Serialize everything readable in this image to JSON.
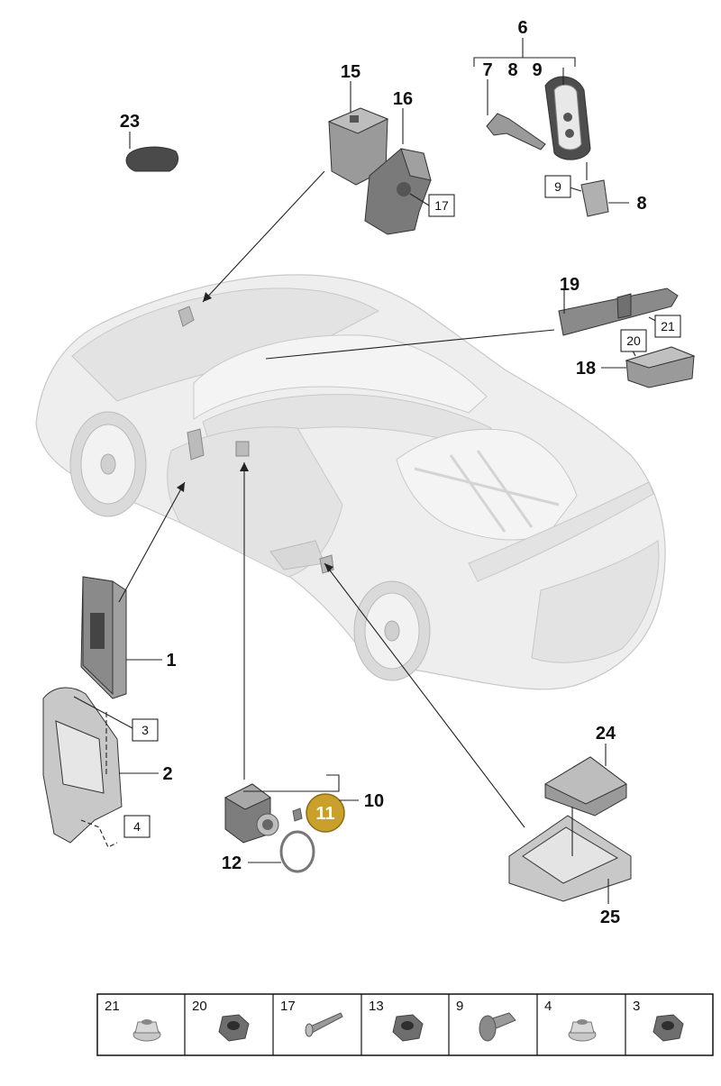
{
  "callouts": {
    "c1": "1",
    "c2": "2",
    "c3": "3",
    "c4": "4",
    "c6": "6",
    "c7": "7",
    "c8a": "8",
    "c8b": "8",
    "c9a": "9",
    "c9b": "9",
    "c10": "10",
    "c11": "11",
    "c12": "12",
    "c15": "15",
    "c16": "16",
    "c17": "17",
    "c18": "18",
    "c19": "19",
    "c20": "20",
    "c21": "21",
    "c23": "23",
    "c24": "24",
    "c25": "25"
  },
  "highlight": {
    "color": "#C9A02A"
  },
  "fastener_table": [
    {
      "number": "21",
      "icon": "flange-nut-icon"
    },
    {
      "number": "20",
      "icon": "hex-nut-icon"
    },
    {
      "number": "17",
      "icon": "blind-rivet-icon"
    },
    {
      "number": "13",
      "icon": "hex-nut-icon"
    },
    {
      "number": "9",
      "icon": "bolt-icon"
    },
    {
      "number": "4",
      "icon": "flange-nut-icon"
    },
    {
      "number": "3",
      "icon": "hex-nut-icon"
    }
  ]
}
